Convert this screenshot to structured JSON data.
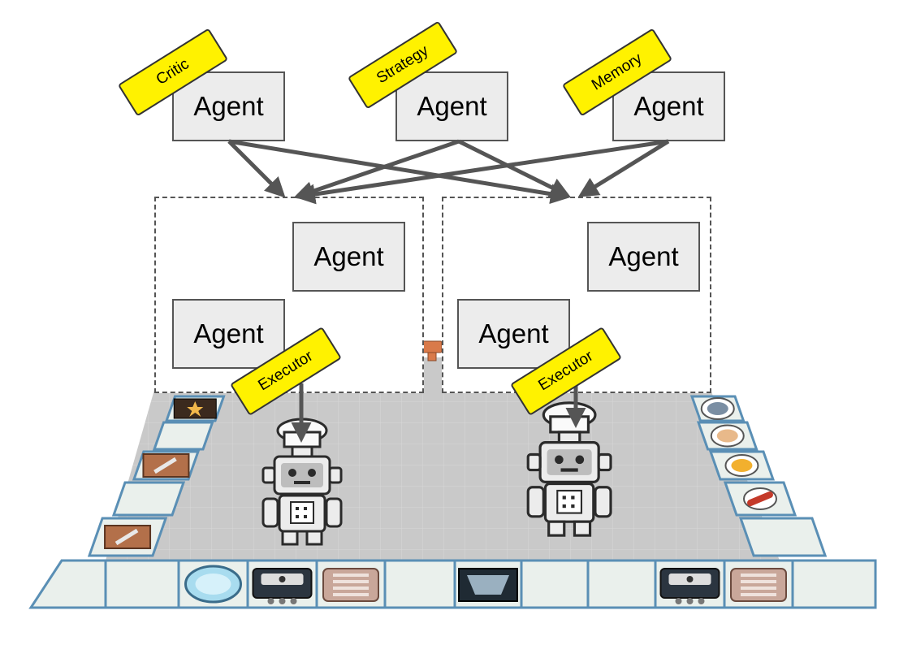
{
  "colors": {
    "agent_fill": "#ececec",
    "tag_fill": "#fff200",
    "arrow": "#555555",
    "floor": "#c9c9c9",
    "counter": "#eaf0ec",
    "counter_edge": "#5a8fb5"
  },
  "top_agents": [
    {
      "label": "Agent",
      "role": "Critic"
    },
    {
      "label": "Agent",
      "role": "Strategy"
    },
    {
      "label": "Agent",
      "role": "Memory"
    }
  ],
  "groups": [
    {
      "agents": [
        "Agent",
        "Agent"
      ],
      "executor": "Executor"
    },
    {
      "agents": [
        "Agent",
        "Agent"
      ],
      "executor": "Executor"
    }
  ],
  "icons": {
    "chef_robot": "chef-robot-icon",
    "plate": "plate-icon",
    "stove": "stove-icon",
    "cutting_board": "cutting-board-icon",
    "star_crate": "star-crate-icon",
    "tomato": "tomato-icon",
    "onion": "onion-icon",
    "cheese": "cheese-icon",
    "sausage": "sausage-icon",
    "fish": "fish-icon",
    "serving_window": "serving-window-icon",
    "grill": "grill-icon"
  }
}
